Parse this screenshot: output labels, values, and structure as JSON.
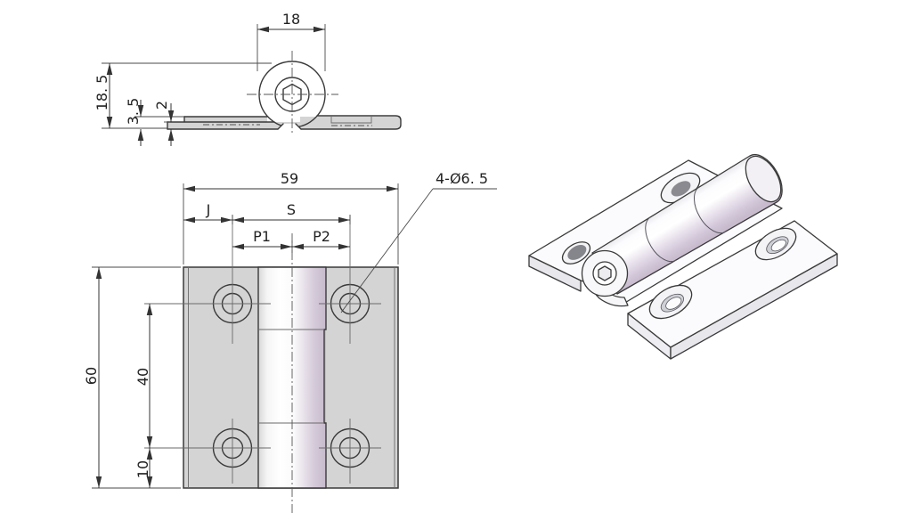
{
  "drawing": {
    "type": "engineering-drawing",
    "subject": "hinge with two leaves, knuckle barrel and four countersunk holes",
    "side_view": {
      "knuckle_width": "18",
      "total_height": "18. 5",
      "leaf_height": "3. 5",
      "leaf_thickness": "2"
    },
    "front_view": {
      "width": "59",
      "dim_j": "J",
      "dim_s": "S",
      "dim_p1": "P1",
      "dim_p2": "P2",
      "height": "60",
      "hole_spacing": "40",
      "hole_edge_offset": "10",
      "hole_callout": "4-Ø6. 5"
    },
    "colors": {
      "background": "#ffffff",
      "line": "#3a3a3a",
      "fill_gray": "#d4d4d4",
      "fill_lavender": "#cbbfd1",
      "iso_plate": "#fbfbfd"
    }
  }
}
